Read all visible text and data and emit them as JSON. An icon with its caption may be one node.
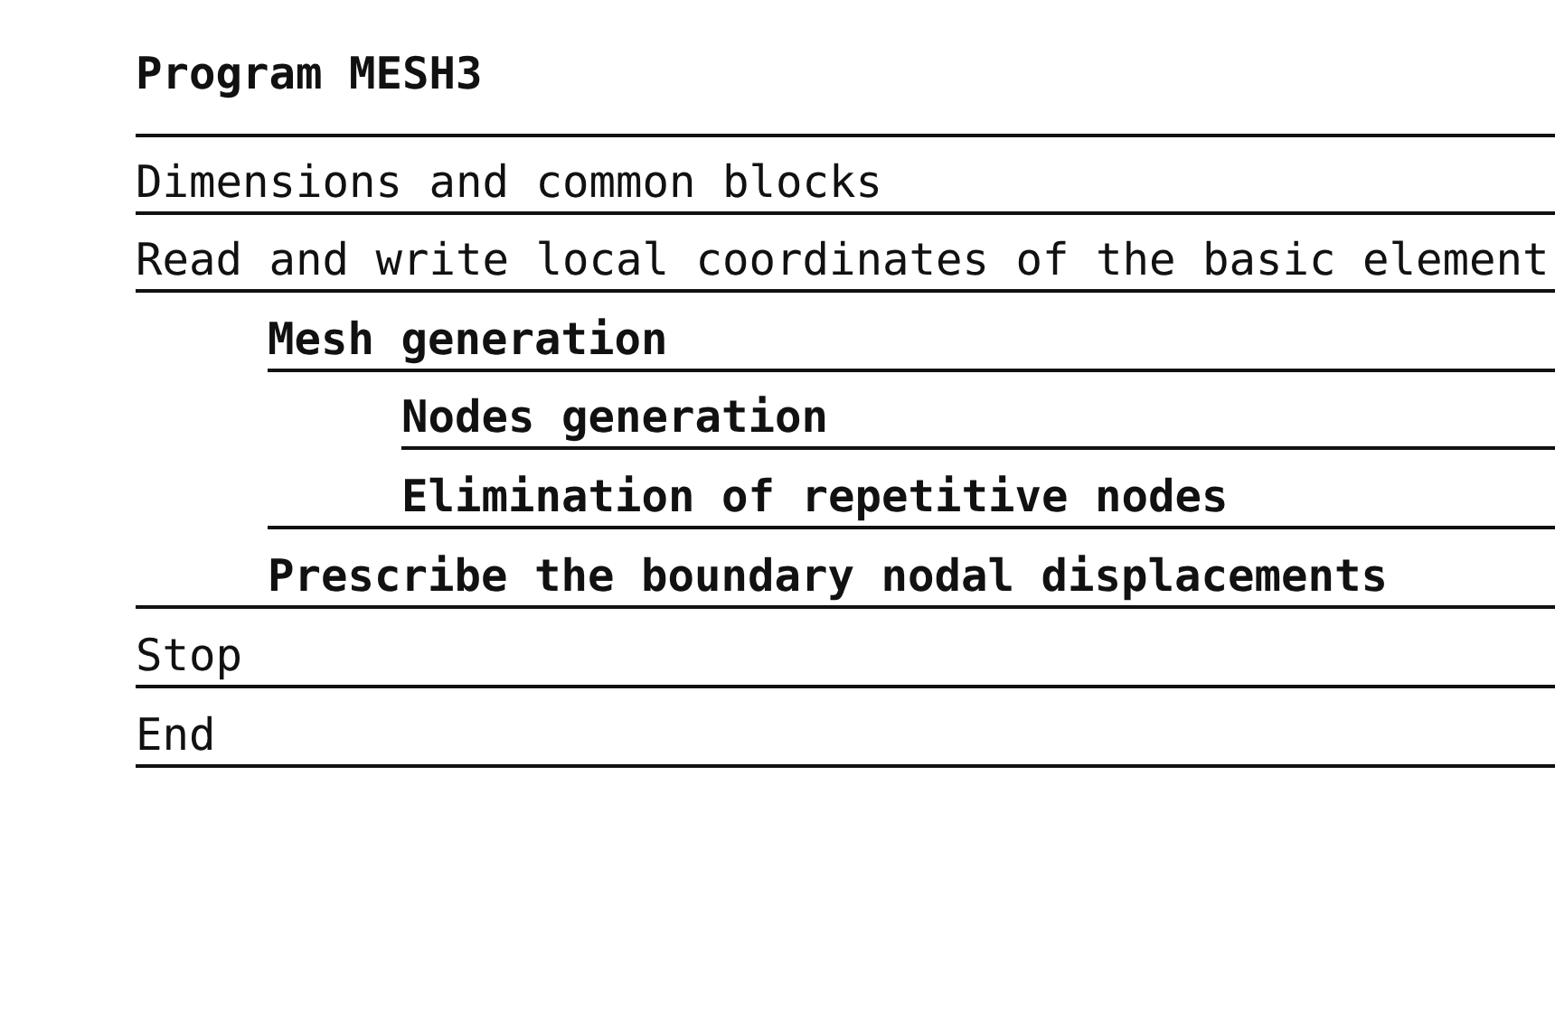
{
  "diagram": {
    "title": "Program MESH3",
    "nodes": [
      {
        "text": [
          "Dimensions and common blocks"
        ]
      },
      {
        "text": [
          "Read and write local coordinates of the basic element"
        ]
      },
      {
        "text": [
          "Mesh generation"
        ]
      },
      {
        "text": [
          "Nodes generation"
        ],
        "in": 2
      },
      {
        "text": [
          "Elimination of repetitive nodes"
        ],
        "in": 2
      },
      {
        "text": [
          "Prescribe the boundary nodal displacements"
        ]
      },
      {
        "text": [
          "Stop"
        ]
      },
      {
        "text": [
          "End"
        ]
      }
    ]
  }
}
